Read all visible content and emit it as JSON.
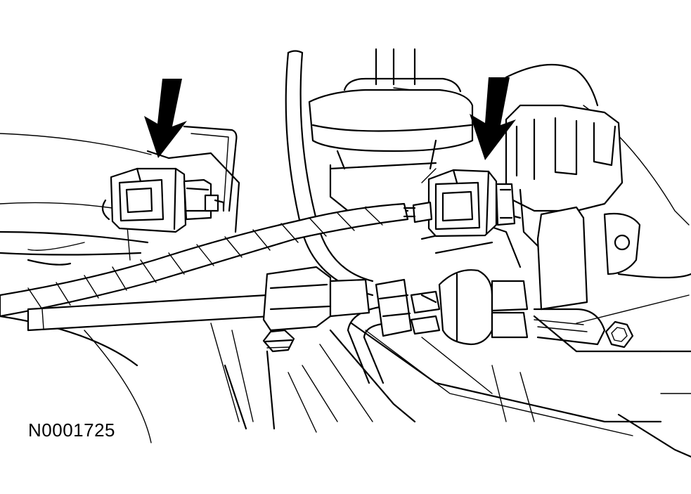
{
  "figure": {
    "id_label": "N0001725"
  },
  "colors": {
    "ink": "#000000",
    "paper": "#ffffff"
  },
  "callouts": [
    {
      "name": "left-connector-arrow",
      "target": "left-electrical-connector"
    },
    {
      "name": "right-connector-arrow",
      "target": "right-electrical-connector"
    }
  ]
}
